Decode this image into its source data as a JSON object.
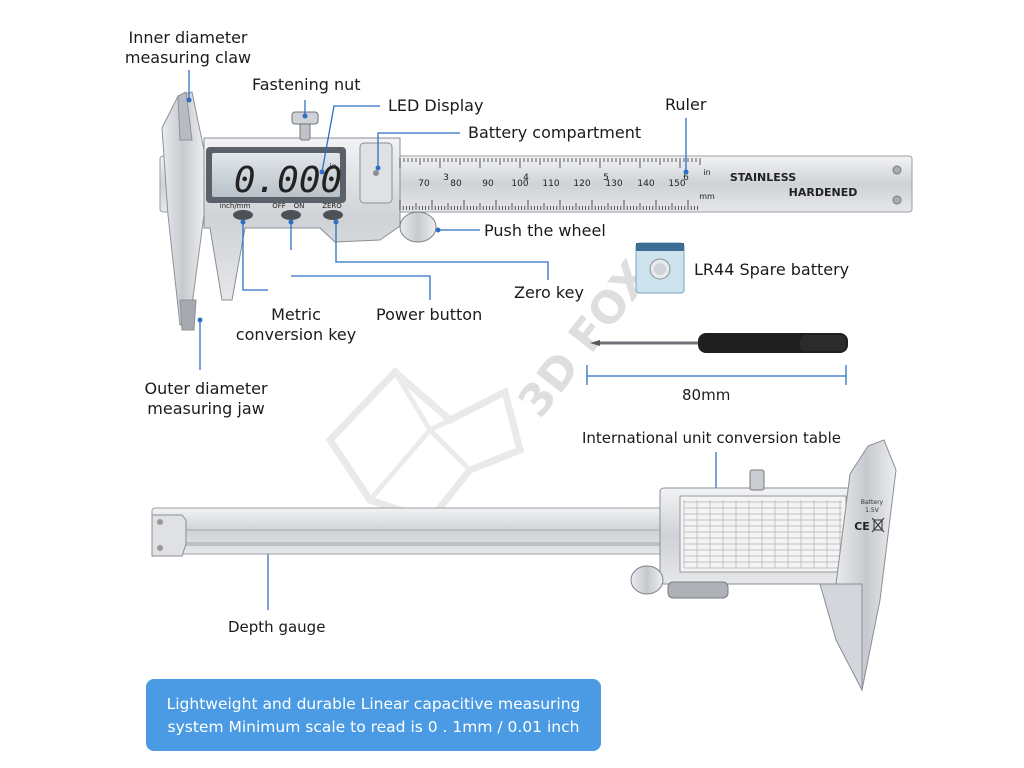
{
  "labels": {
    "inner_claw_line1": "Inner diameter",
    "inner_claw_line2": "measuring claw",
    "fastening_nut": "Fastening nut",
    "led_display": "LED Display",
    "battery_compartment": "Battery compartment",
    "ruler": "Ruler",
    "push_wheel": "Push the wheel",
    "spare_battery": "LR44 Spare battery",
    "zero_key": "Zero key",
    "metric_line1": "Metric",
    "metric_line2": "conversion key",
    "power_button": "Power button",
    "outer_jaw_line1": "Outer diameter",
    "outer_jaw_line2": "measuring jaw",
    "screwdriver_length": "80mm",
    "conversion_table": "International unit conversion table",
    "depth_gauge": "Depth gauge"
  },
  "caliper": {
    "display_value": "0.000",
    "display_unit": "in",
    "key_labels": [
      "inch/mm",
      "OFF",
      "ON",
      "ZERO"
    ],
    "scale_top_in": [
      "3",
      "4",
      "5",
      "6"
    ],
    "scale_bottom_mm": [
      "70",
      "80",
      "90",
      "100",
      "110",
      "120",
      "130",
      "140",
      "150"
    ],
    "scale_in_unit": "in",
    "scale_mm_unit": "mm",
    "stamp_line1": "STAINLESS",
    "stamp_line2": "HARDENED"
  },
  "back_view": {
    "battery_text": "Battery",
    "battery_voltage": "1.5V",
    "ce_mark": "CE"
  },
  "watermark": "3D FOX",
  "info": {
    "line1": "Lightweight and durable Linear capacitive measuring",
    "line2": "system Minimum scale to read is 0 . 1mm / 0.01 inch"
  },
  "colors": {
    "accent": "#4a9be3",
    "leader": "#2f6fc4",
    "steel": "#d4d6da",
    "lcd": "#c8d0d6"
  }
}
